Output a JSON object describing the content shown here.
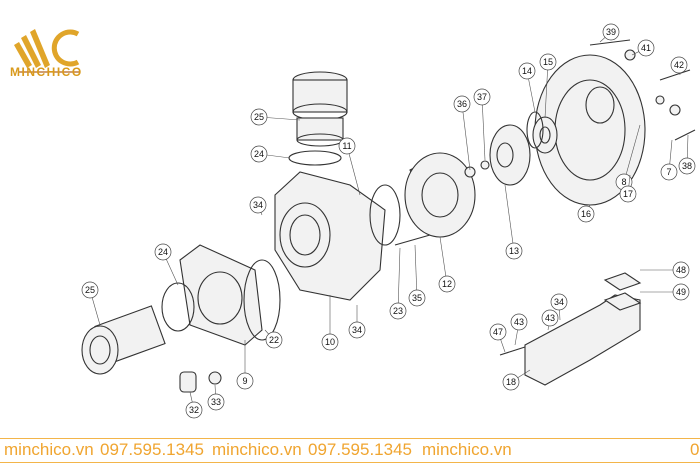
{
  "brand": {
    "name": "MINCHICO",
    "color": "#d99a1c"
  },
  "footer": {
    "items": [
      "minchico.vn",
      "097.595.1345",
      "minchico.vn",
      "097.595.1345",
      "minchico.vn",
      "0"
    ],
    "color": "#f0a530"
  },
  "callouts": [
    "39",
    "41",
    "42",
    "14",
    "15",
    "36",
    "37",
    "25",
    "11",
    "24",
    "34",
    "8",
    "7",
    "38",
    "17",
    "16",
    "13",
    "12",
    "35",
    "23",
    "10",
    "34",
    "22",
    "9",
    "24",
    "25",
    "32",
    "33",
    "48",
    "49",
    "34",
    "43",
    "43",
    "47",
    "18"
  ]
}
